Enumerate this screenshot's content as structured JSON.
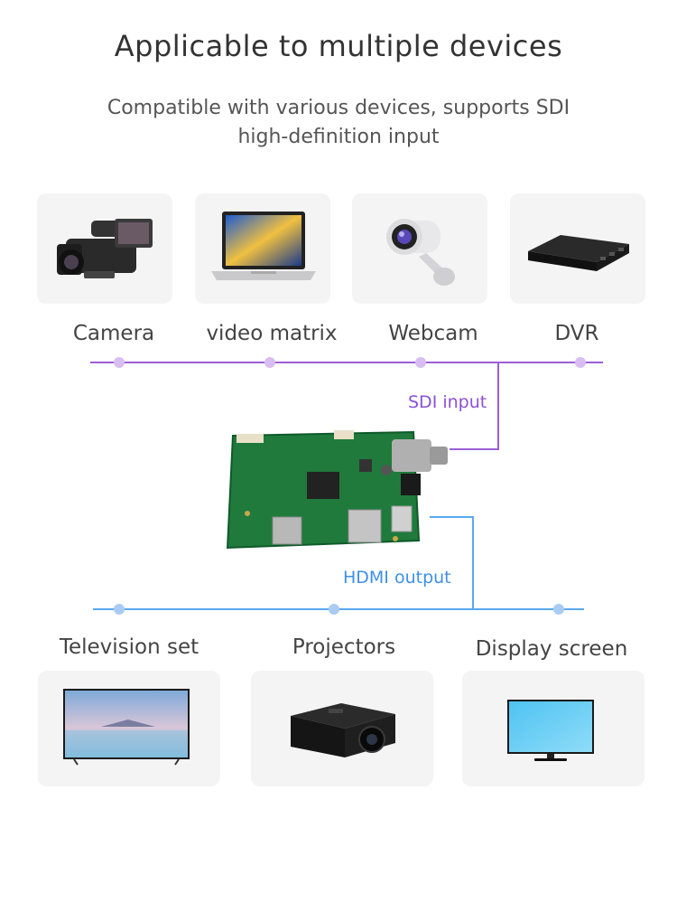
{
  "header": {
    "title": "Applicable to multiple devices",
    "subtitle_line1": "Compatible with various devices, supports SDI",
    "subtitle_line2": "high-definition input"
  },
  "inputs": [
    {
      "label": "Camera",
      "icon": "camera-icon"
    },
    {
      "label": "video matrix",
      "icon": "laptop-icon"
    },
    {
      "label": "Webcam",
      "icon": "webcam-icon"
    },
    {
      "label": "DVR",
      "icon": "dvr-box-icon"
    }
  ],
  "connections": {
    "sdi_label": "SDI input",
    "hdmi_label": "HDMI output"
  },
  "outputs": [
    {
      "label": "Television set",
      "icon": "television-icon"
    },
    {
      "label": "Projectors",
      "icon": "projector-icon"
    },
    {
      "label": "Display screen",
      "icon": "monitor-icon"
    }
  ],
  "colors": {
    "sdi_line": "#9b5fd8",
    "hdmi_line": "#5aa7f0",
    "card_bg": "#f4f4f4"
  }
}
